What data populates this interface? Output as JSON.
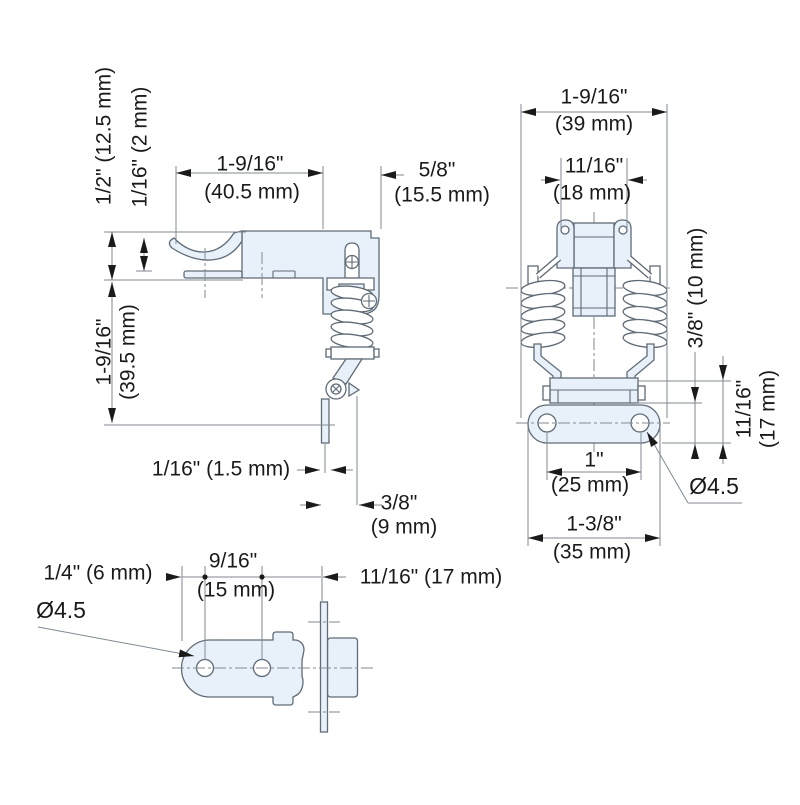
{
  "title": "Spring-loaded draw latch technical drawing, three orthographic views with dimensions",
  "views": {
    "side": {
      "width_top": {
        "in": "1-9/16\"",
        "mm": "(40.5 mm)"
      },
      "offset_right": {
        "in": "5/8\"",
        "mm": "(15.5 mm)"
      },
      "height_upper": "1/2\" (12.5 mm)",
      "plate_thickness": "1/16\" (2 mm)",
      "height_lower": {
        "in": "1-9/16\"",
        "mm": "(39.5 mm)"
      },
      "strip_gap": "1/16\" (1.5 mm)",
      "lever_offset": {
        "in": "3/8\"",
        "mm": "(9 mm)"
      }
    },
    "front": {
      "width_overall": {
        "in": "1-9/16\"",
        "mm": "(39 mm)"
      },
      "width_keeper": {
        "in": "11/16\"",
        "mm": "(18 mm)"
      },
      "keeper_height": "3/8\" (10 mm)",
      "base_height": {
        "in": "11/16\"",
        "mm": "(17 mm)"
      },
      "hole_spacing": {
        "in": "1\"",
        "mm": "(25 mm)"
      },
      "hole_diameter": "Ø4.5",
      "base_length": {
        "in": "1-3/8\"",
        "mm": "(35 mm)"
      }
    },
    "bottom": {
      "edge_to_hole": "1/4\" (6 mm)",
      "hole_spacing": {
        "in": "9/16\"",
        "mm": "(15 mm)"
      },
      "depth": "11/16\" (17 mm)",
      "hole_diameter": "Ø4.5"
    }
  },
  "colors": {
    "part_fill": "#e8f1f9",
    "outline": "#5f6b76",
    "dim_line": "#808a93",
    "text": "#1a1a1a",
    "background": "#ffffff"
  }
}
